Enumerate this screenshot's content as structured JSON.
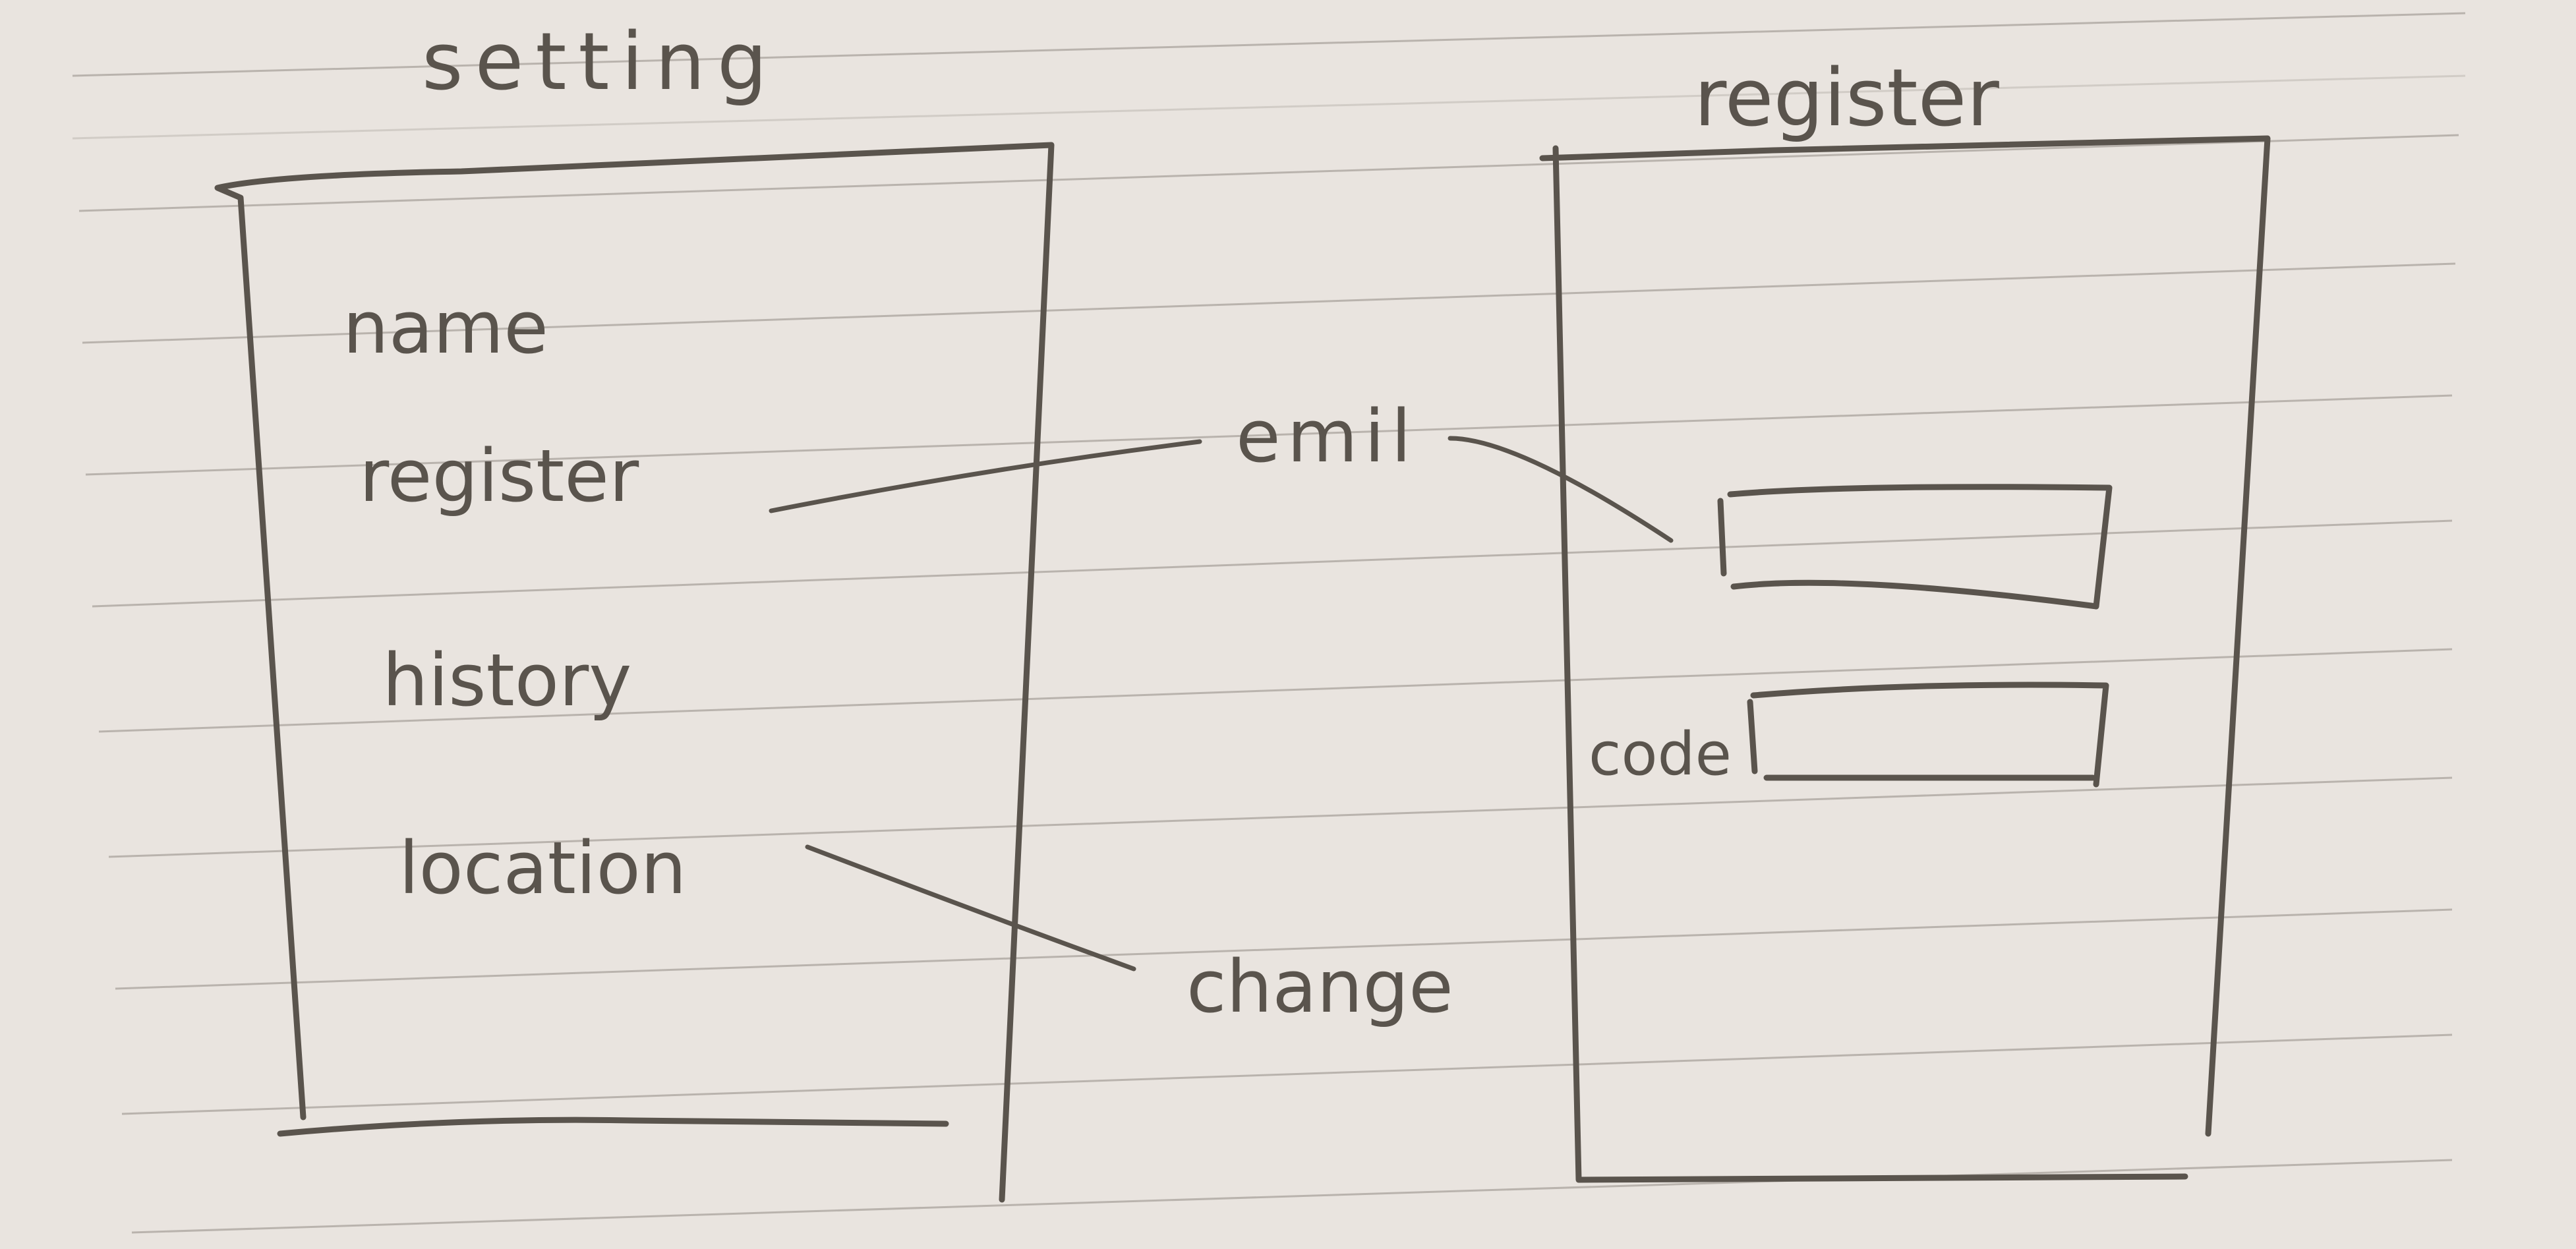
{
  "left_screen": {
    "title": "setting",
    "items": [
      "name",
      "register",
      "history",
      "location"
    ]
  },
  "right_screen": {
    "title": "register",
    "field_label_code": "code"
  },
  "annotations": {
    "register_link": "emil",
    "location_link": "change"
  }
}
